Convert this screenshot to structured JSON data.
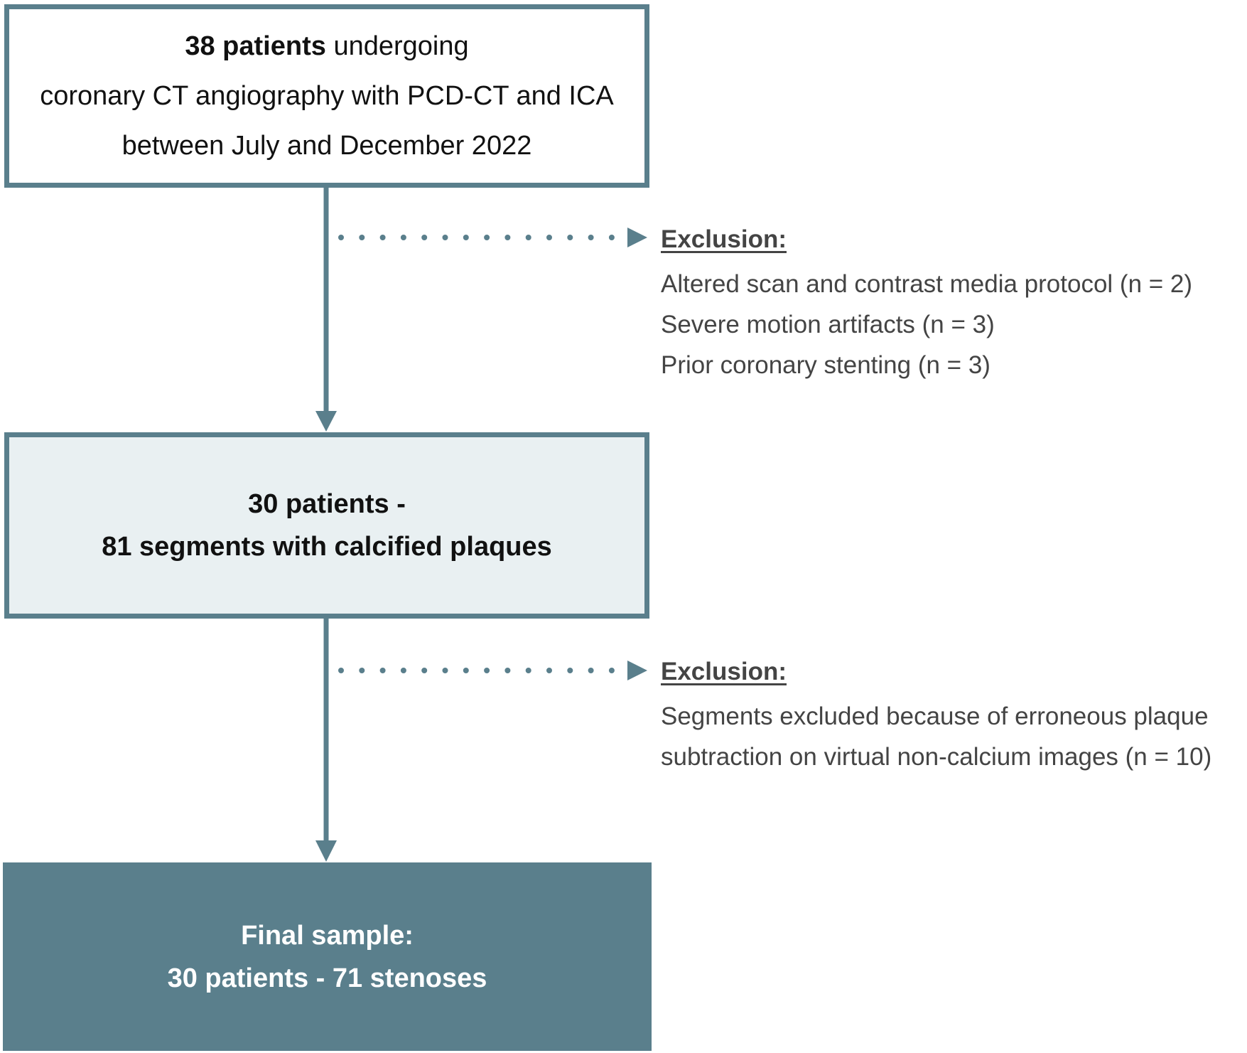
{
  "colors": {
    "accent": "#5a7f8c",
    "box2_fill": "#e9f0f2",
    "exclusion_text": "#444444"
  },
  "box1": {
    "line1_bold": "38 patients",
    "line1_rest": " undergoing",
    "line2": "coronary CT angiography with PCD-CT and ICA",
    "line3": "between July and December 2022"
  },
  "box2": {
    "line1": "30 patients -",
    "line2": "81 segments with calcified plaques"
  },
  "box3": {
    "line1": "Final sample:",
    "line2": "30 patients - 71 stenoses"
  },
  "exclusion1": {
    "title": "Exclusion:",
    "items": [
      "Altered scan and contrast media protocol (n = 2)",
      "Severe motion artifacts (n = 3)",
      "Prior coronary stenting (n = 3)"
    ]
  },
  "exclusion2": {
    "title": "Exclusion:",
    "items": [
      "Segments excluded because of erroneous plaque",
      "subtraction on virtual non-calcium images (n = 10)"
    ]
  }
}
